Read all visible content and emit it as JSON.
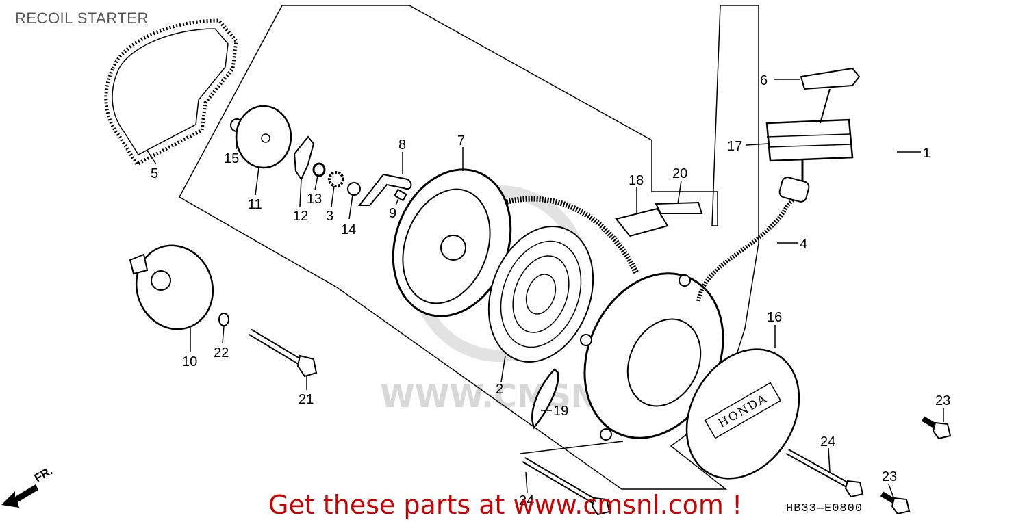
{
  "title": "RECOIL STARTER",
  "watermark": "WWW.CMSNL.COM",
  "banner": "Get these parts at www.cmsnl.com !",
  "diagram_code": "HB33—E0800",
  "direction_label": "FR.",
  "cover_logo": "HONDA",
  "callouts": {
    "n1": "1",
    "n2": "2",
    "n3": "3",
    "n4": "4",
    "n5": "5",
    "n6": "6",
    "n7": "7",
    "n8": "8",
    "n9": "9",
    "n10": "10",
    "n11": "11",
    "n12": "12",
    "n13": "13",
    "n14": "14",
    "n15": "15",
    "n16": "16",
    "n17": "17",
    "n18": "18",
    "n19": "19",
    "n20": "20",
    "n21": "21",
    "n22": "22",
    "n23a": "23",
    "n23b": "23",
    "n24a": "24",
    "n24b": "24"
  },
  "colors": {
    "banner": "#cc0000",
    "title": "#555555",
    "watermark": "#d8d8d8"
  }
}
